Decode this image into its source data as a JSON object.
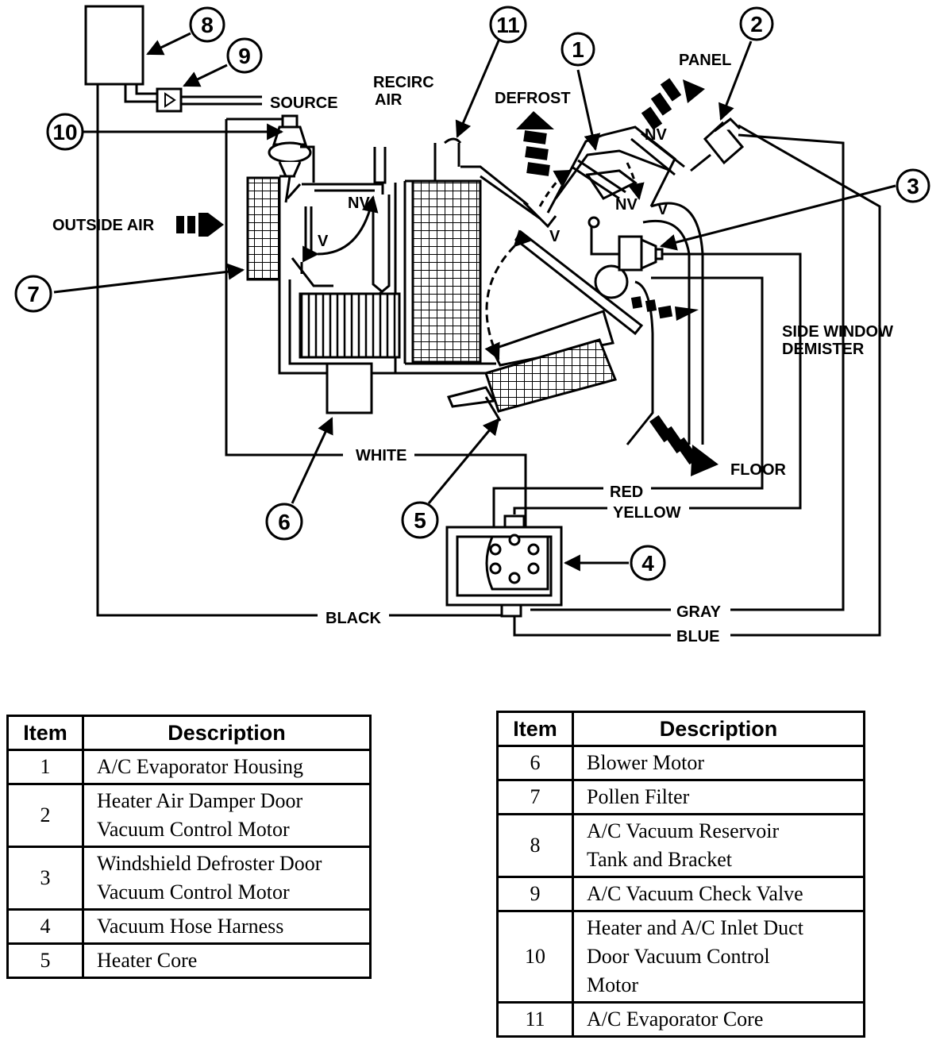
{
  "diagram": {
    "labels": {
      "source": "SOURCE",
      "recirc_1": "RECIRC",
      "recirc_2": "AIR",
      "defrost": "DEFROST",
      "panel": "PANEL",
      "outside_air": "OUTSIDE AIR",
      "nv": "NV",
      "v": "V",
      "side_window_1": "SIDE WINDOW",
      "side_window_2": "DEMISTER",
      "floor": "FLOOR",
      "white": "WHITE",
      "red": "RED",
      "yellow": "YELLOW",
      "black": "BLACK",
      "gray": "GRAY",
      "blue": "BLUE"
    },
    "callouts": [
      "1",
      "2",
      "3",
      "4",
      "5",
      "6",
      "7",
      "8",
      "9",
      "10",
      "11"
    ]
  },
  "legend_left": {
    "header_item": "Item",
    "header_desc": "Description",
    "rows": [
      {
        "item": "1",
        "lines": [
          "A/C Evaporator Housing"
        ]
      },
      {
        "item": "2",
        "lines": [
          "Heater Air Damper Door",
          "Vacuum Control Motor"
        ]
      },
      {
        "item": "3",
        "lines": [
          "Windshield Defroster Door",
          "Vacuum Control Motor"
        ]
      },
      {
        "item": "4",
        "lines": [
          "Vacuum Hose Harness"
        ]
      },
      {
        "item": "5",
        "lines": [
          "Heater Core"
        ]
      }
    ]
  },
  "legend_right": {
    "header_item": "Item",
    "header_desc": "Description",
    "rows": [
      {
        "item": "6",
        "lines": [
          "Blower Motor"
        ]
      },
      {
        "item": "7",
        "lines": [
          "Pollen Filter"
        ]
      },
      {
        "item": "8",
        "lines": [
          "A/C Vacuum Reservoir",
          "Tank and Bracket"
        ]
      },
      {
        "item": "9",
        "lines": [
          "A/C Vacuum Check Valve"
        ]
      },
      {
        "item": "10",
        "lines": [
          "Heater and A/C Inlet Duct",
          "Door Vacuum Control",
          "Motor"
        ]
      },
      {
        "item": "11",
        "lines": [
          "A/C Evaporator Core"
        ]
      }
    ]
  }
}
